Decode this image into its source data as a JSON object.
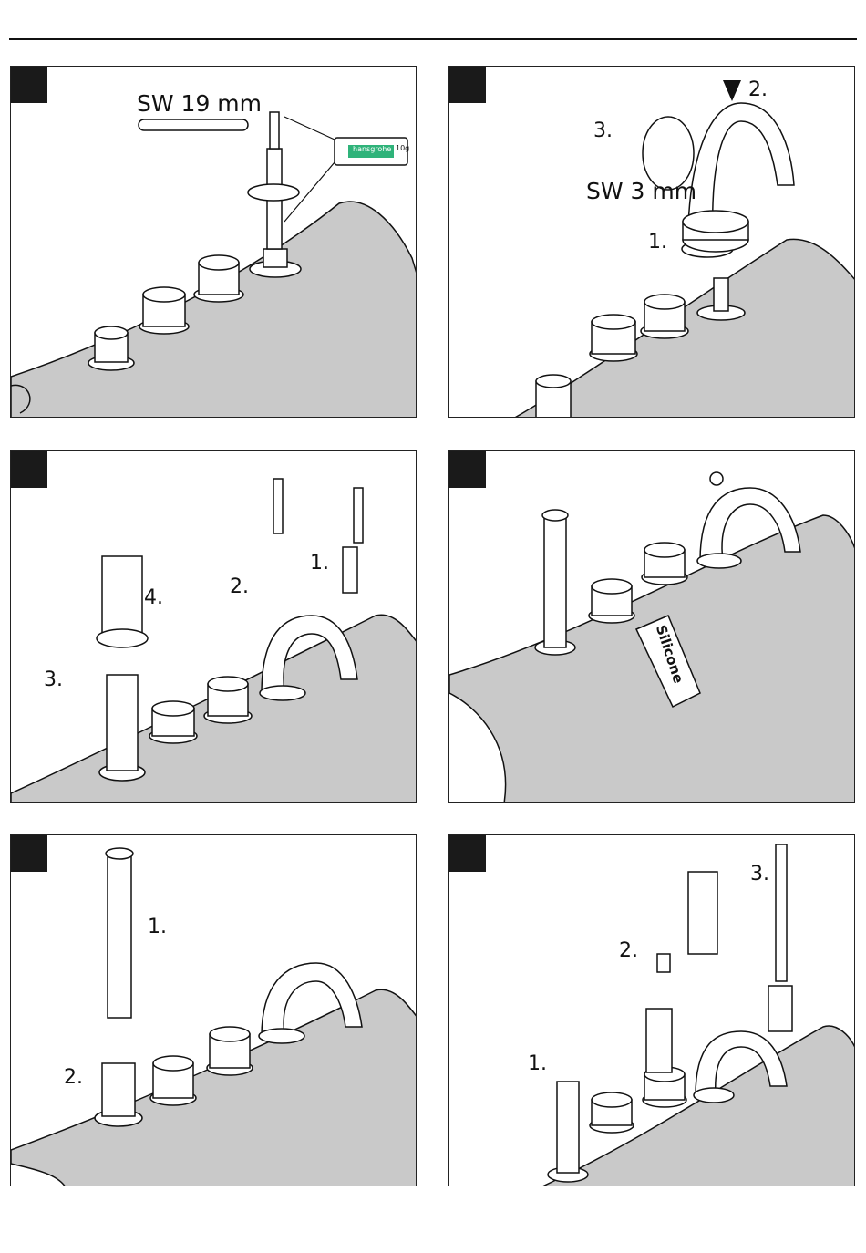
{
  "panels": [
    {
      "wrench_label": "SW 19 mm",
      "tube_text": "hansgrohe",
      "tube_size": "10g"
    },
    {
      "steps": [
        "1.",
        "2.",
        "3."
      ],
      "wrench_label": "SW 3 mm"
    },
    {
      "steps": [
        "1.",
        "2.",
        "3.",
        "4."
      ]
    },
    {
      "bottle_label": "Silicone"
    },
    {
      "steps": [
        "1.",
        "2."
      ]
    },
    {
      "steps": [
        "1.",
        "2.",
        "3."
      ]
    }
  ],
  "colors": {
    "deck": "#c9c9c9",
    "line": "#111111",
    "tube_band": "#2fb37a"
  }
}
